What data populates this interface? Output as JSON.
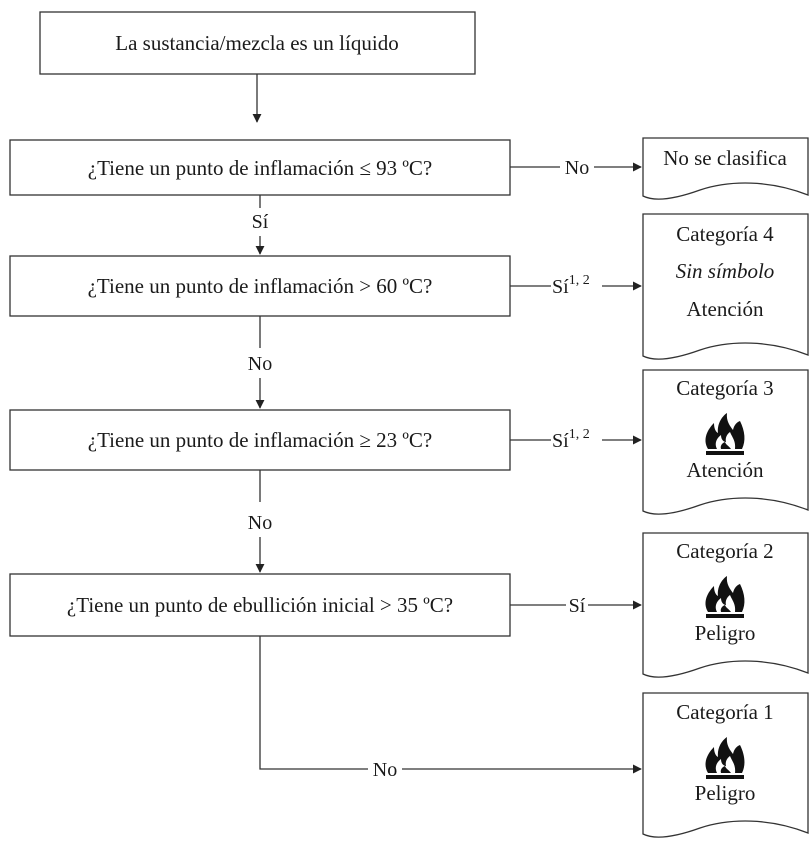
{
  "start": "La sustancia/mezcla es un líquido",
  "questions": [
    "¿Tiene un punto de inflamación ≤ 93 ºC?",
    "¿Tiene un punto de inflamación > 60 ºC?",
    "¿Tiene un punto de inflamación ≥ 23 ºC?",
    "¿Tiene un punto de ebullición inicial > 35 ºC?"
  ],
  "down_labels": [
    "Sí",
    "No",
    "No",
    "No"
  ],
  "right_labels": [
    "No",
    "Sí",
    "Sí",
    "Sí"
  ],
  "footnote_marks": "1, 2",
  "results": {
    "not_classified": "No se clasifica",
    "cat4": {
      "title": "Categoría 4",
      "symbol": "Sin símbolo",
      "signal": "Atención"
    },
    "cat3": {
      "title": "Categoría 3",
      "signal": "Atención",
      "icon": "flame-icon"
    },
    "cat2": {
      "title": "Categoría 2",
      "signal": "Peligro",
      "icon": "flame-icon"
    },
    "cat1": {
      "title": "Categoría 1",
      "signal": "Peligro",
      "icon": "flame-icon"
    }
  }
}
